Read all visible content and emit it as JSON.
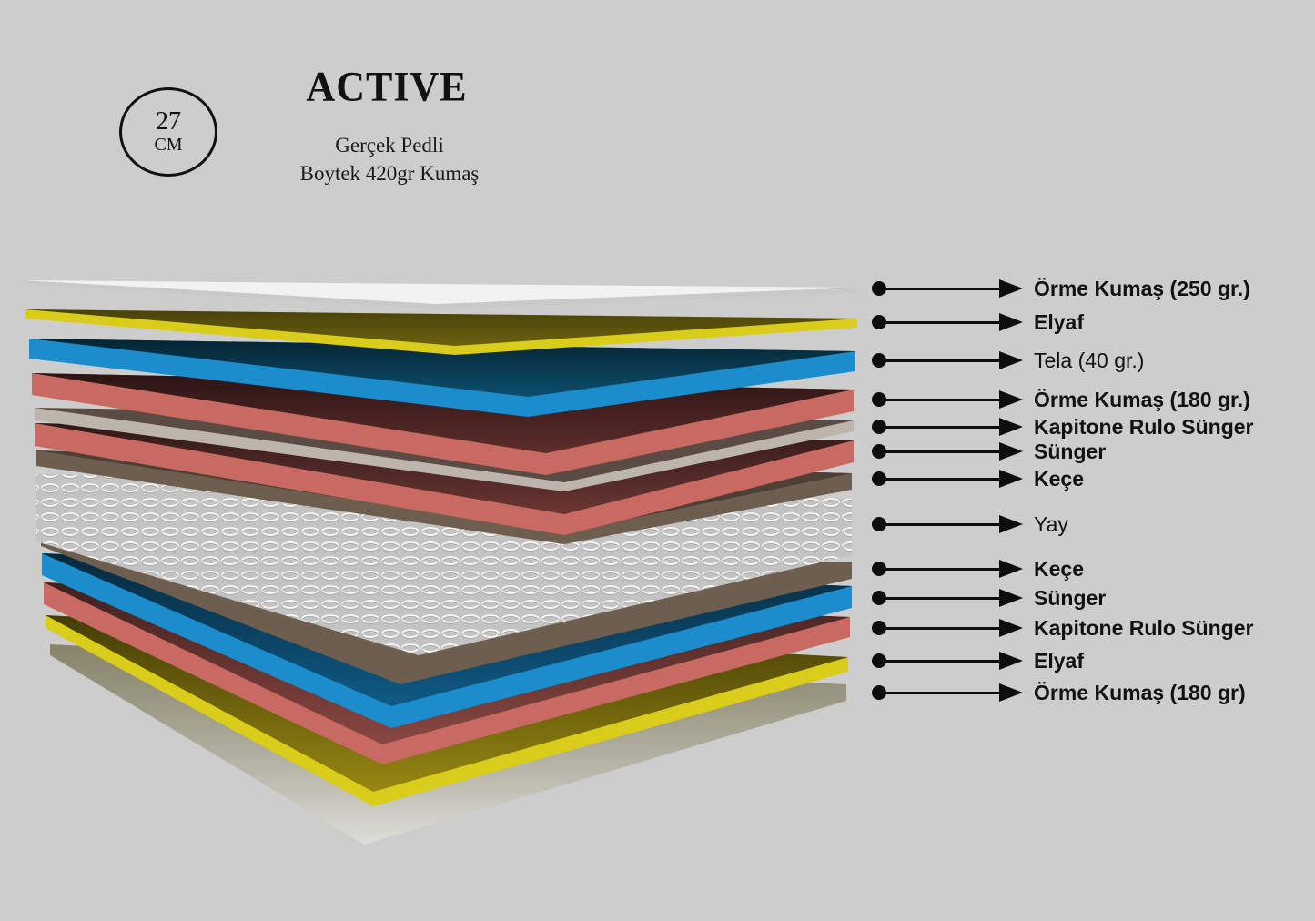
{
  "header": {
    "height_badge": {
      "value": "27",
      "unit": "CM"
    },
    "title": "ACTIVE",
    "subtitle_lines": [
      "Gerçek Pedli",
      "Boytek 420gr Kumaş"
    ]
  },
  "colors": {
    "background": "#cdcdcd",
    "white_fabric": "#f0f0f0",
    "yellow_fiber": "#d9cc1a",
    "blue_tela": "#1b8ccc",
    "pink_foam": "#c86a62",
    "beige_foam": "#bdb4ab",
    "brown_felt": "#6e5e4f",
    "springs": "#d8d8d8"
  },
  "layers": [
    {
      "label": "Örme Kumaş (250 gr.)",
      "bold": true,
      "color": "white_fabric"
    },
    {
      "label": "Elyaf",
      "bold": true,
      "color": "yellow_fiber"
    },
    {
      "label": "Tela (40 gr.)",
      "bold": false,
      "color": "blue_tela"
    },
    {
      "label": "Örme Kumaş (180 gr.)",
      "bold": true,
      "color": "pink_foam"
    },
    {
      "label": "Kapitone Rulo Sünger",
      "bold": true,
      "color": "beige_foam"
    },
    {
      "label": "Sünger",
      "bold": true,
      "color": "pink_foam"
    },
    {
      "label": "Keçe",
      "bold": true,
      "color": "brown_felt"
    },
    {
      "label": "Yay",
      "bold": false,
      "color": "springs"
    },
    {
      "label": "Keçe",
      "bold": true,
      "color": "brown_felt"
    },
    {
      "label": "Sünger",
      "bold": true,
      "color": "blue_tela"
    },
    {
      "label": "Kapitone Rulo Sünger",
      "bold": true,
      "color": "pink_foam"
    },
    {
      "label": "Elyaf",
      "bold": true,
      "color": "yellow_fiber"
    },
    {
      "label": "Örme Kumaş (180 gr)",
      "bold": true,
      "color": "white_fabric"
    }
  ]
}
